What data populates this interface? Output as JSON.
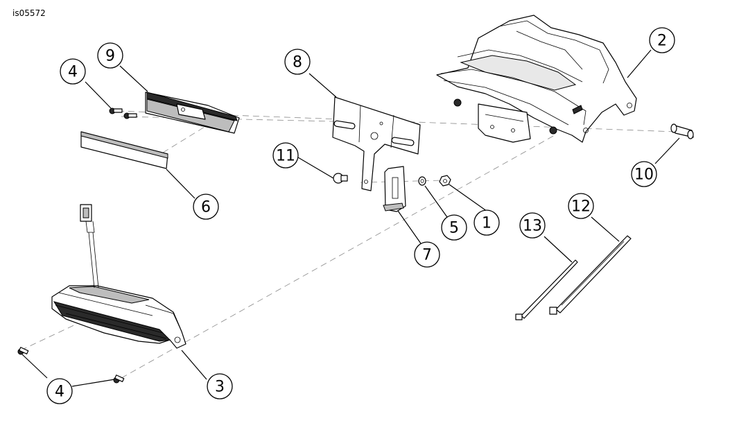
{
  "diagram_code": "is05572",
  "callouts": {
    "c1": "1",
    "c2": "2",
    "c3": "3",
    "c4a": "4",
    "c4b": "4",
    "c5": "5",
    "c6": "6",
    "c7": "7",
    "c8": "8",
    "c9": "9",
    "c10": "10",
    "c11": "11",
    "c12": "12",
    "c13": "13"
  }
}
